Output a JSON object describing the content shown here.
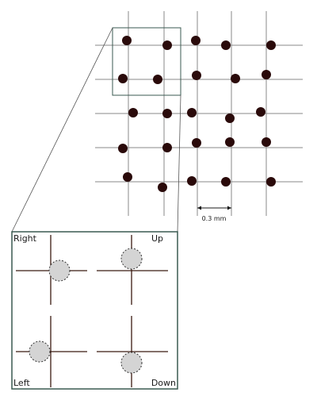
{
  "scale_bar_label": "0.3 mm",
  "inset_labels": {
    "top_left": "Right",
    "top_right": "Up",
    "bottom_left": "Left",
    "bottom_right": "Down"
  },
  "colors": {
    "dot": "#2a0a0a",
    "grid": "#8a8a8a",
    "inset_frame": "#3a5a50",
    "inset_cross": "#3a1a10",
    "offset_circle_fill": "#d4d4d4"
  }
}
